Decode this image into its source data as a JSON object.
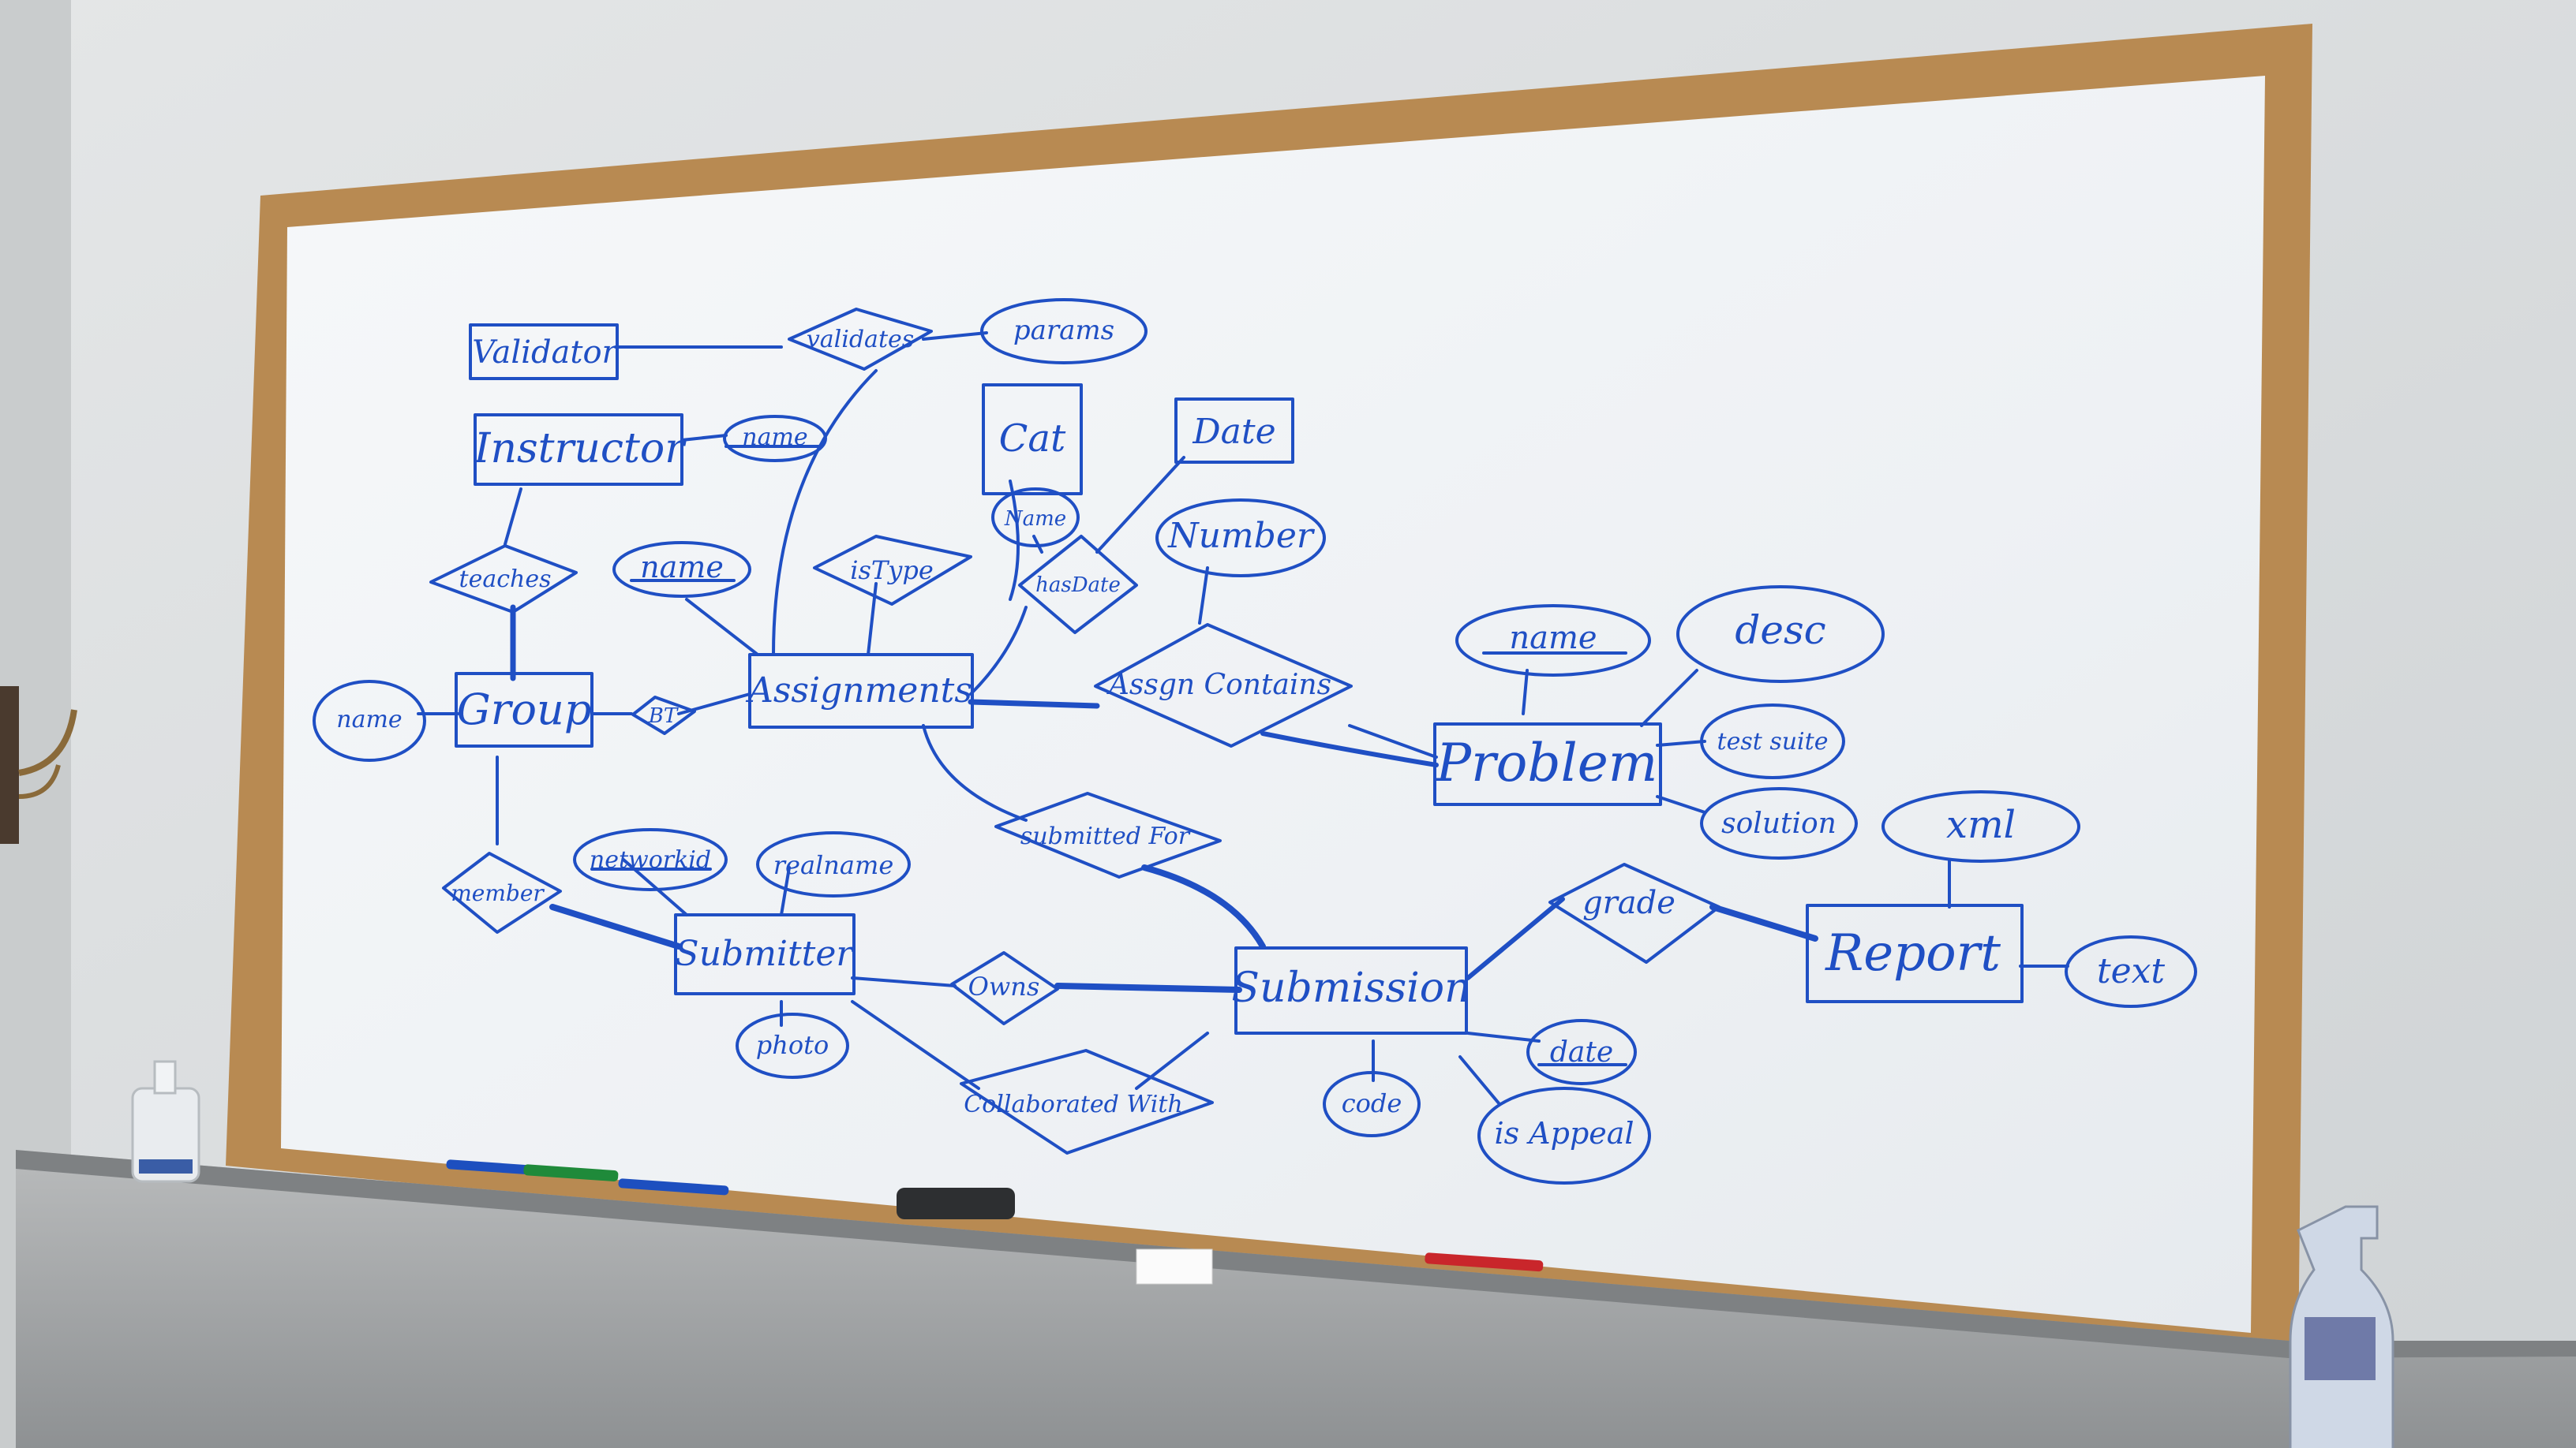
{
  "colors": {
    "ink": "#1f4fc4",
    "wall": "#dcdedf",
    "board": "#f4f6f8",
    "frame": "#b88a52",
    "tray": "#9a9c9e"
  },
  "entities": {
    "validator": "Validator",
    "instructor": "Instructor",
    "group": "Group",
    "assignments": "Assignments",
    "cat": "Cat",
    "date_box": "Date",
    "problem": "Problem",
    "submitter": "Submitter",
    "submission": "Submission",
    "report": "Report"
  },
  "relationships": {
    "validates": "validates",
    "teaches": "teaches",
    "bt": "BT",
    "istype": "isType",
    "hasdate": "hasDate",
    "assign_contains": "Assgn Contains",
    "submitted_for": "submitted For",
    "member": "member",
    "owns": "Owns",
    "collaborated_with": "Collaborated With",
    "grade": "grade"
  },
  "attributes": {
    "params": "params",
    "instructor_name": "name",
    "assign_name": "name",
    "group_name": "name",
    "cat_name": "Name",
    "number": "Number",
    "problem_name": "name",
    "desc": "desc",
    "testsuite": "test suite",
    "solution": "solution",
    "xml": "xml",
    "text": "text",
    "networkid": "networkid",
    "realname": "realname",
    "photo": "photo",
    "date": "date",
    "code": "code",
    "isappeal": "is Appeal"
  },
  "props": {
    "soap_bottle": "soap-bottle",
    "spray_bottle": "spray-bottle",
    "eraser": "eraser",
    "markers": [
      "blue-marker",
      "green-marker",
      "blue-marker",
      "red-marker"
    ],
    "coat_hook": "coat-hook"
  }
}
